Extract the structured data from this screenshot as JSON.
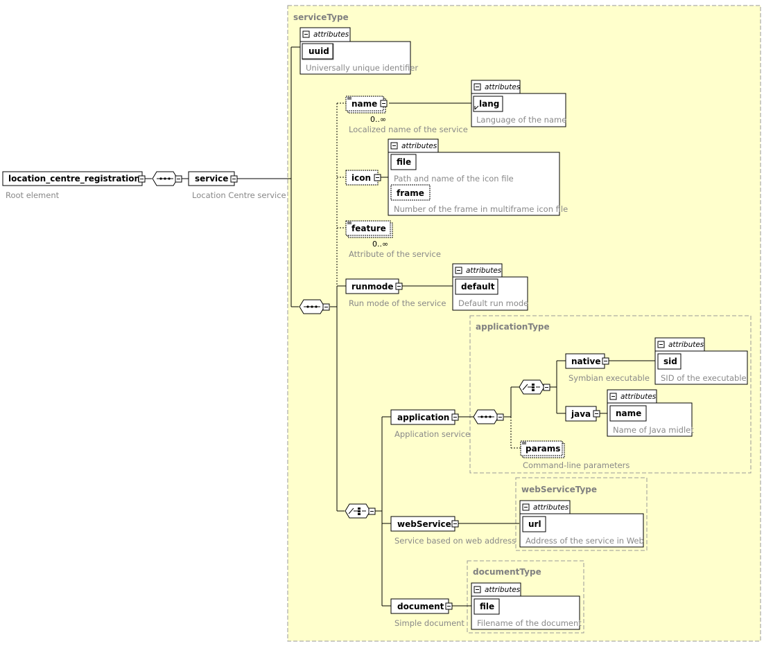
{
  "diagram": {
    "root": {
      "name": "location_centre_registration",
      "description": "Root element"
    },
    "service": {
      "name": "service",
      "description": "Location Centre service"
    },
    "service_type": {
      "title": "serviceType"
    },
    "attributes_label": "attributes",
    "uuid_group": {
      "attr": "uuid",
      "description": "Universally unique identifier"
    },
    "name_el": {
      "name": "name",
      "occurs": "0..∞",
      "description": "Localized name of the service",
      "attr": "lang",
      "attr_description": "Language of the name"
    },
    "icon_el": {
      "name": "icon",
      "attr1": "file",
      "attr1_description": "Path and name of the icon file",
      "attr2": "frame",
      "attr2_description": "Number of the frame in multiframe icon file"
    },
    "feature_el": {
      "name": "feature",
      "occurs": "0..∞",
      "description": "Attribute of the service"
    },
    "runmode_el": {
      "name": "runmode",
      "description": "Run mode of the service",
      "attr": "default",
      "attr_description": "Default run mode"
    },
    "application_type": {
      "title": "applicationType"
    },
    "application_el": {
      "name": "application",
      "description": "Application service"
    },
    "native_el": {
      "name": "native",
      "description": "Symbian executable",
      "attr": "sid",
      "attr_description": "SID of the executable"
    },
    "java_el": {
      "name": "java",
      "attr": "name",
      "attr_description": "Name of Java midlet"
    },
    "params_el": {
      "name": "params",
      "description": "Command-line parameters"
    },
    "web_service_type": {
      "title": "webServiceType"
    },
    "webservice_el": {
      "name": "webService",
      "description": "Service based on web address",
      "attr": "url",
      "attr_description": "Address of the service in Web"
    },
    "document_type": {
      "title": "documentType"
    },
    "document_el": {
      "name": "document",
      "description": "Simple document",
      "attr": "file",
      "attr_description": "Filename of the document"
    },
    "colors": {
      "type_fill": "#ffffcc",
      "type_border": "#999999",
      "line": "#000000",
      "desc_text": "#888888"
    }
  }
}
